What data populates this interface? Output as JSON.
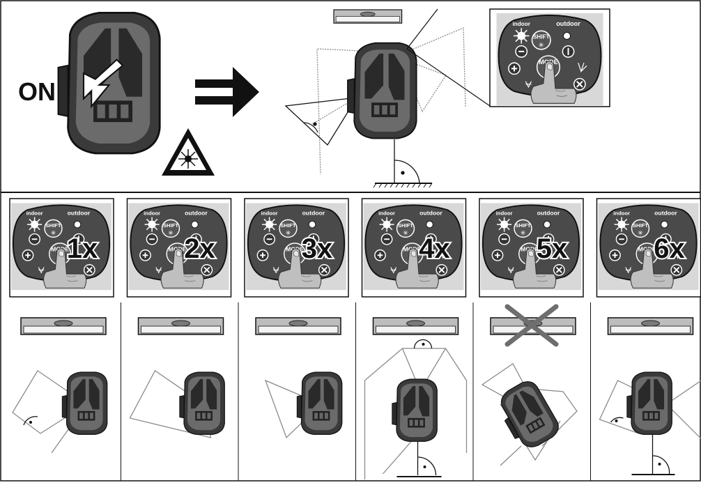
{
  "top": {
    "on_label": "ON",
    "arrow_icon": "right-arrow-icon",
    "warning_icon": "laser-warning-icon"
  },
  "keypad": {
    "indoor": "indoor",
    "outdoor": "outdoor",
    "shift": "SHIFT",
    "mode": "MODE",
    "plus": "+",
    "minus": "−",
    "close": "×",
    "pulse": "I",
    "icons": [
      "sun-icon",
      "star-icon",
      "plus-icon",
      "minus-icon",
      "pulse-icon",
      "tilt-icon",
      "close-icon",
      "lock-icon",
      "finger-icon"
    ]
  },
  "steps": [
    {
      "label": "1x",
      "mode": "horizontal-left"
    },
    {
      "label": "2x",
      "mode": "horizontal-wide"
    },
    {
      "label": "3x",
      "mode": "vertical"
    },
    {
      "label": "4x",
      "mode": "cross-plumb"
    },
    {
      "label": "5x",
      "mode": "unlevelled",
      "level_crossed": true
    },
    {
      "label": "6x",
      "mode": "all-lines"
    }
  ],
  "colors": {
    "line": "#111111",
    "laser_line": "#8a8a8a",
    "device_dark": "#3a3a3a",
    "device_mid": "#6b6b6b",
    "keypad_body": "#4a4a4a",
    "cross_mark": "#6e6e6e"
  }
}
